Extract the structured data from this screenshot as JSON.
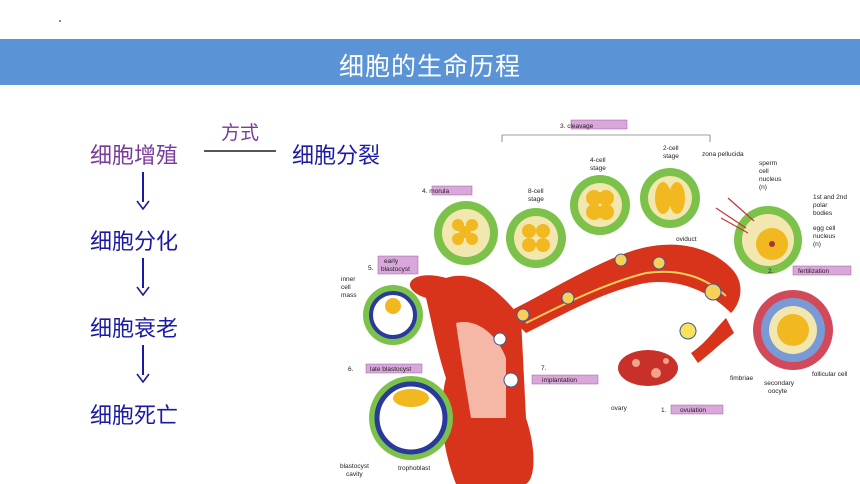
{
  "title": "细胞的生命历程",
  "steps": [
    "细胞增殖",
    "细胞分化",
    "细胞衰老",
    "细胞死亡"
  ],
  "relation": {
    "label": "方式",
    "target": "细胞分裂"
  },
  "diagram": {
    "labels": {
      "cleavage": "3. cleavage",
      "cell2": "2-cell",
      "stage_a": "stage",
      "cell4": "4-cell",
      "stage_b": "stage",
      "zona": "zona pellucida",
      "morula": "4. morula",
      "cell8": "8-cell",
      "stage_c": "stage",
      "sperm1": "sperm",
      "sperm2": "cell",
      "sperm3": "nucleus",
      "sperm4": "(n)",
      "polar1": "1st and 2nd",
      "polar2": "polar",
      "polar3": "bodies",
      "egg1": "egg cell",
      "egg2": "nucleus",
      "egg3": "(n)",
      "oviduct": "oviduct",
      "fert": "fertilization",
      "num2": "2.",
      "early1": "early",
      "early2": "blastocyst",
      "num5": "5.",
      "inner1": "inner",
      "inner2": "cell",
      "inner3": "mass",
      "late": "late blastocyst",
      "num6": "6.",
      "num7": "7.",
      "implant": "implantation",
      "fimbriae": "fimbriae",
      "follicle": "follicular cell",
      "sec1": "secondary",
      "sec2": "oocyte",
      "ovary": "ovary",
      "num1": "1.",
      "ovulation": "ovulation",
      "blast1": "blastocyst",
      "blast2": "cavity",
      "tropho": "trophoblast"
    }
  },
  "colors": {
    "banner": "#5a94d6",
    "step_first": "#7a3a9a",
    "step": "#1a1aa6"
  }
}
